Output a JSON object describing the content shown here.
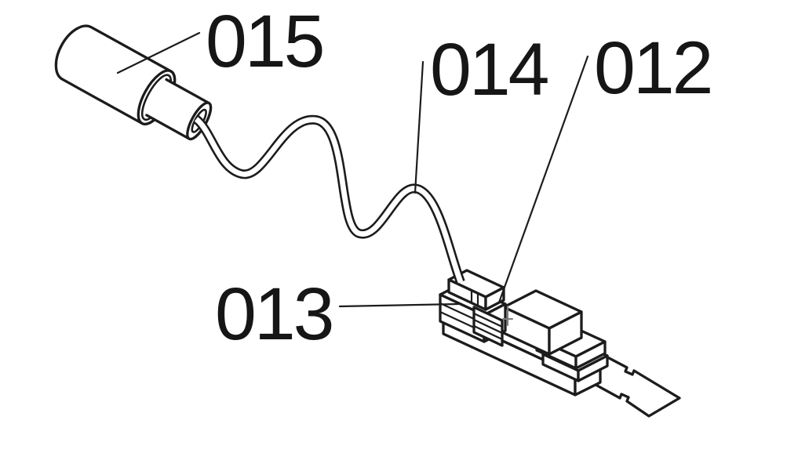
{
  "diagram": {
    "background_color": "#ffffff",
    "line_color": "#1c1c1c",
    "part_labels": [
      {
        "text": "015"
      },
      {
        "text": "014"
      },
      {
        "text": "012"
      },
      {
        "text": "013"
      }
    ]
  }
}
